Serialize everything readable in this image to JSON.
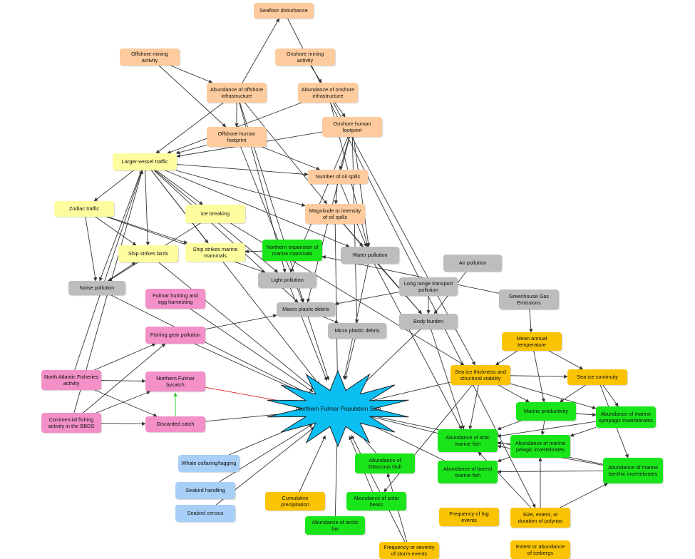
{
  "colors": {
    "orange": "#fdcb9d",
    "yellow": "#fdfda0",
    "gray": "#bdbdbd",
    "green": "#1ae51a",
    "gold": "#fbc402",
    "pink": "#f390c7",
    "blue": "#a8cff7",
    "star": "#0bbff2",
    "edge": "#333333",
    "edge_red": "#e02020",
    "edge_green": "#27c827"
  },
  "center": {
    "label": "Northern Fulmar Population Size"
  },
  "nodes": {
    "seafloor": "Seafloor disturbance",
    "offshore_mining": "Offshore mining activity",
    "onshore_mining": "Onshore mining activity",
    "offshore_infra": "Abundance of offshore infrastructure",
    "onshore_infra": "Abundance of onshore infrastructure",
    "offshore_footprint": "Offshore human footprint",
    "onshore_footprint": "Onshore human footprint",
    "larger_vessel": "Larger-vessel traffic",
    "oil_spills": "Number of oil spills",
    "zodiac": "Zodiac traffic",
    "ice_breaking": "Ice breaking",
    "oil_magnitude": "Magnitude or intensity of oil spills",
    "ship_birds": "Ship strikes birds",
    "ship_mammals": "Ship strikes marine mammals",
    "northern_expansion": "Northern expansion of marine mammals",
    "water_pollution": "Water pollution",
    "air_pollution": "Air pollution",
    "noise": "Noise pollution",
    "light": "Light pollution",
    "long_range": "Long range transport pollution",
    "ghg": "Greenhouse Gas Emissions",
    "hunting": "Fulmar hunting and egg harvesting",
    "macro_plastic": "Macro plastic debris",
    "body_burden": "Body burden",
    "micro_plastic": "Micro plastic debris",
    "mean_temp": "Mean annual temperature",
    "fishing_gear": "Fishing gear pollution",
    "sea_ice_thick": "Sea ice thickness and structural stability",
    "sea_ice_cont": "Sea ice continuity",
    "na_fisheries": "North Atlantic Fisheries activity",
    "bycatch": "Northern Fulmar bycatch",
    "marine_prod": "Marine productivity",
    "sympagic": "Abundance of marine sympagic invertebrates",
    "commercial": "Commercial fishing activity in the BBDS",
    "discarded": "Discarded catch",
    "artic_fish": "Abundance of artic marine fish",
    "pelagic": "Abundance of marine pelagic invertebrates",
    "whale_collar": "Whale collaring/tagging",
    "glaucous": "Abundance of Glaucous Gull",
    "boreal_fish": "Abundance of boreal marine fish",
    "benthic": "Abundance of marine benthic invertebrates",
    "seabird_handling": "Seabird handling",
    "cum_precip": "Cumulative precipitation",
    "polar_bears": "Abundance of polar bears",
    "fog": "Frequency of fog events",
    "polynas": "Size, extent, or duration of polynas",
    "seabird_census": "Seabird census",
    "arctic_fox": "Abundance of arctic fox",
    "storm": "Frequency or severity of storm events",
    "icebergs": "Extent or abundance of icebergs"
  }
}
